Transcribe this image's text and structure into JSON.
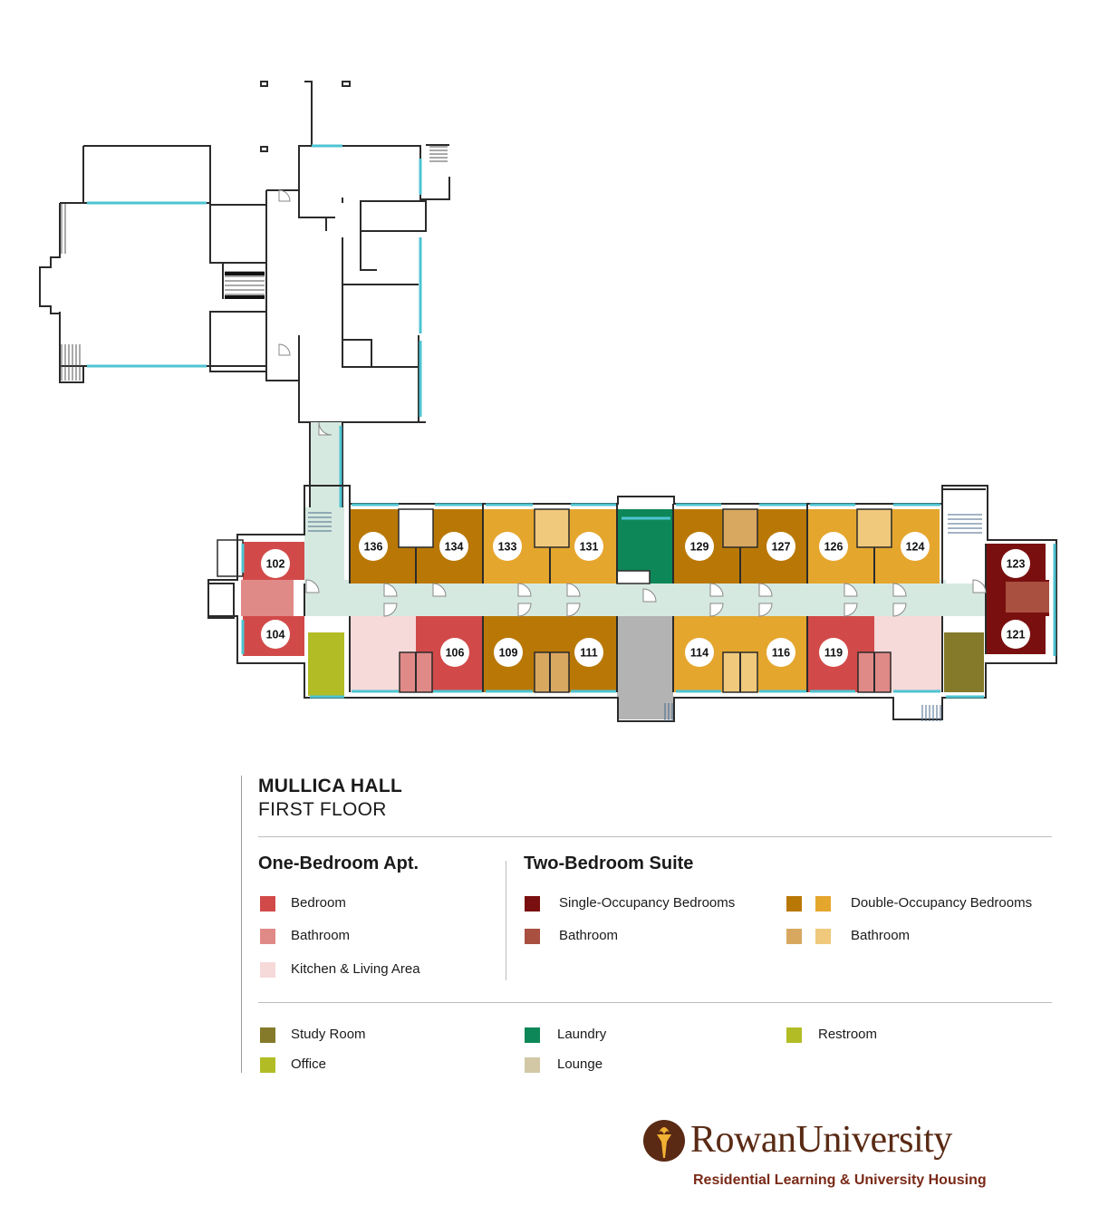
{
  "building": {
    "name": "MULLICA HALL",
    "floor": "FIRST FLOOR"
  },
  "colors": {
    "one_bed_bedroom": "#d14a49",
    "one_bed_bathroom": "#e08a88",
    "one_bed_kitchen": "#f6d9d9",
    "single_bedroom": "#7a0f0f",
    "suite_bathroom": "#a95040",
    "double_bedroom_dark": "#b97806",
    "double_bedroom_light": "#e5a62e",
    "suite_bathroom_dark": "#d8a860",
    "suite_bathroom_light": "#f0c97c",
    "study_room": "#847a2a",
    "office": "#b2bd25",
    "laundry": "#0e8758",
    "lounge": "#d2c8a6",
    "restroom": "#b2bd25",
    "corridor": "#d6e9e0",
    "service": "#b3b3b3",
    "window": "#4ec4d2",
    "wall": "#2b2b2b"
  },
  "rooms": [
    {
      "num": "102"
    },
    {
      "num": "104"
    },
    {
      "num": "136"
    },
    {
      "num": "134"
    },
    {
      "num": "133"
    },
    {
      "num": "131"
    },
    {
      "num": "129"
    },
    {
      "num": "127"
    },
    {
      "num": "126"
    },
    {
      "num": "124"
    },
    {
      "num": "123"
    },
    {
      "num": "121"
    },
    {
      "num": "106"
    },
    {
      "num": "109"
    },
    {
      "num": "111"
    },
    {
      "num": "114"
    },
    {
      "num": "116"
    },
    {
      "num": "119"
    }
  ],
  "legend": {
    "one_bedroom": {
      "heading": "One-Bedroom Apt.",
      "items": [
        {
          "label": "Bedroom",
          "color": "#d14a49"
        },
        {
          "label": "Bathroom",
          "color": "#e08a88"
        },
        {
          "label": "Kitchen & Living Area",
          "color": "#f6d9d9"
        }
      ]
    },
    "two_bedroom": {
      "heading": "Two-Bedroom Suite",
      "single_label": "Single-Occupancy Bedrooms",
      "single_color": "#7a0f0f",
      "single_bath_label": "Bathroom",
      "single_bath_color": "#a95040",
      "double_label": "Double-Occupancy Bedrooms",
      "double_colors": [
        "#b97806",
        "#e5a62e"
      ],
      "double_bath_label": "Bathroom",
      "double_bath_colors": [
        "#d8a860",
        "#f0c97c"
      ]
    },
    "other": [
      {
        "label": "Study Room",
        "color": "#847a2a"
      },
      {
        "label": "Office",
        "color": "#b2bd25"
      },
      {
        "label": "Laundry",
        "color": "#0e8758"
      },
      {
        "label": "Lounge",
        "color": "#d2c8a6"
      },
      {
        "label": "Restroom",
        "color": "#b2bd25"
      }
    ]
  },
  "brand": {
    "name": "RowanUniversity",
    "subtitle": "Residential Learning & University Housing",
    "color": "#5a2a14"
  }
}
